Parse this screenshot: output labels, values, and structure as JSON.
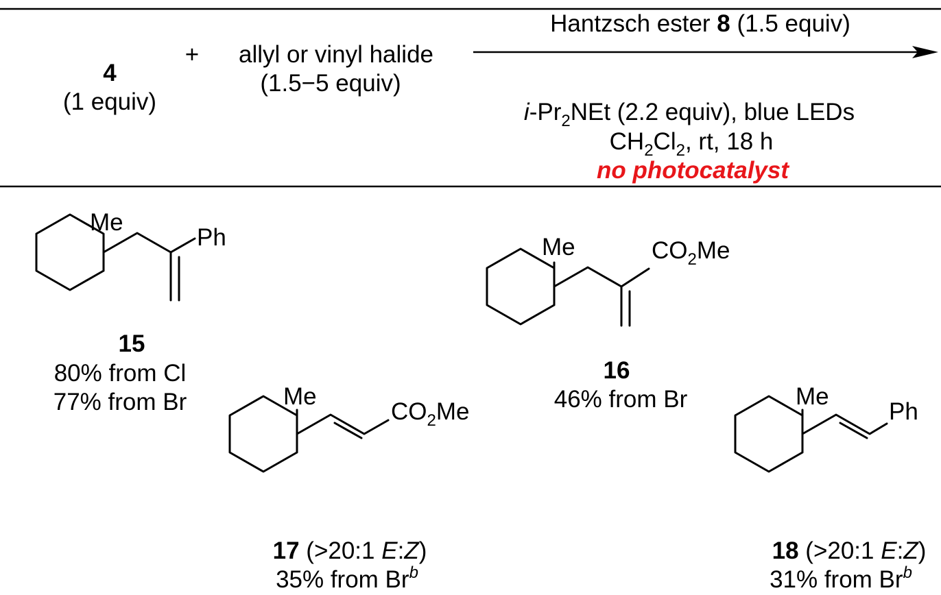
{
  "scheme": {
    "reactant_number": "4",
    "reactant_equiv": "(1 equiv)",
    "plus": "+",
    "reagent_name": "allyl or vinyl halide",
    "reagent_equiv": "(1.5−5 equiv)",
    "conditions": {
      "above_arrow": {
        "prefix": "Hantzsch ester ",
        "number": "8",
        "suffix": " (1.5 equiv)"
      },
      "line1": {
        "italic": "i",
        "a": "-Pr",
        "sub": "2",
        "b": "NEt (2.2 equiv), blue LEDs"
      },
      "line2": {
        "a": "CH",
        "sub1": "2",
        "b": "Cl",
        "sub2": "2",
        "c": ", rt, 18 h"
      },
      "highlight": "no photocatalyst",
      "highlight_color": "#e8161a"
    }
  },
  "products": [
    {
      "number": "15",
      "labels": {
        "me": "Me",
        "sub": "Ph"
      },
      "yields": [
        "80% from Cl",
        "77% from Br"
      ]
    },
    {
      "number": "16",
      "labels": {
        "me": "Me",
        "sub_a": "CO",
        "sub_sub": "2",
        "sub_b": "Me"
      },
      "yields": [
        "46% from Br"
      ]
    },
    {
      "number": "17",
      "ratio": {
        "open": " (>20:1 ",
        "e": "E",
        "colon": ":",
        "z": "Z",
        "close": ")"
      },
      "labels": {
        "me": "Me",
        "sub_a": "CO",
        "sub_sub": "2",
        "sub_b": "Me"
      },
      "yield": {
        "text": "35% from Br",
        "sup": "b"
      }
    },
    {
      "number": "18",
      "ratio": {
        "open": " (>20:1 ",
        "e": "E",
        "colon": ":",
        "z": "Z",
        "close": ")"
      },
      "labels": {
        "me": "Me",
        "sub": "Ph"
      },
      "yield": {
        "text": "31% from Br",
        "sup": "b"
      }
    }
  ]
}
